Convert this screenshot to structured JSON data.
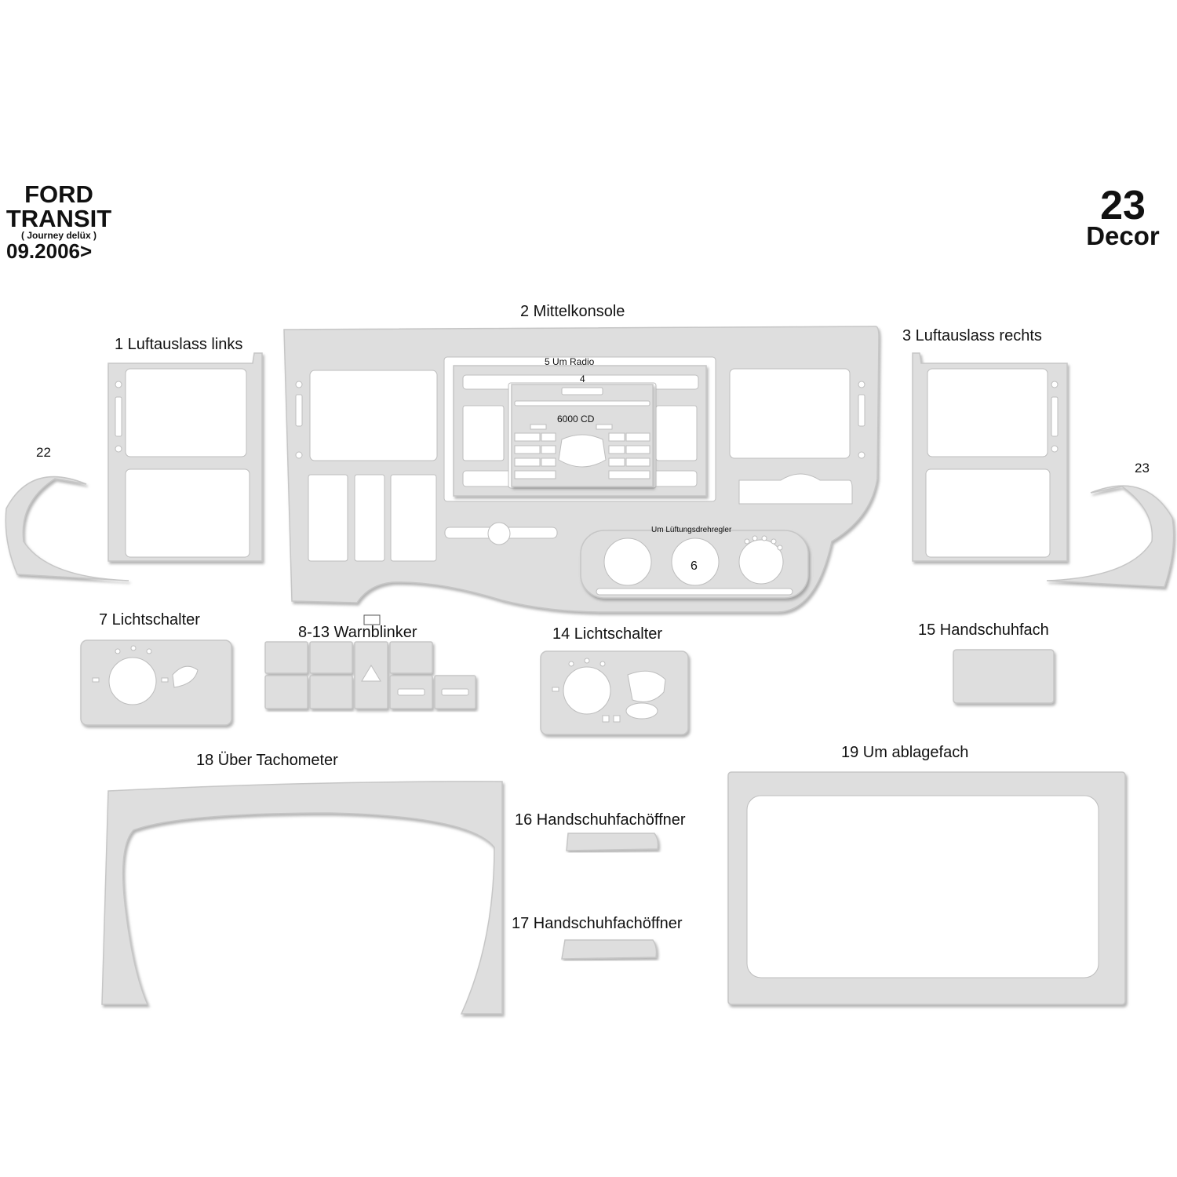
{
  "brand": {
    "make": "FORD",
    "model": "TRANSIT",
    "variant": "( Journey delüx )",
    "year": "09.2006>"
  },
  "decor": {
    "count": "23",
    "label": "Decor"
  },
  "labels": [
    {
      "id": "p2",
      "text": "2  Mittelkonsole"
    },
    {
      "id": "p1",
      "text": "1  Luftauslass links"
    },
    {
      "id": "p3",
      "text": "3   Luftauslass rechts"
    },
    {
      "id": "p5",
      "text": "5  Um Radio"
    },
    {
      "id": "p4",
      "text": "4"
    },
    {
      "id": "pcd",
      "text": "6000 CD"
    },
    {
      "id": "pvent",
      "text": "Um Lüftungsdrehregler"
    },
    {
      "id": "p6",
      "text": "6"
    },
    {
      "id": "p22",
      "text": "22"
    },
    {
      "id": "p23",
      "text": "23"
    },
    {
      "id": "p7",
      "text": "7  Lichtschalter"
    },
    {
      "id": "p8",
      "text": "8-13  Warnblinker"
    },
    {
      "id": "p14",
      "text": "14 Lichtschalter"
    },
    {
      "id": "p15",
      "text": "15  Handschuhfach"
    },
    {
      "id": "p18",
      "text": "18  Über Tachometer"
    },
    {
      "id": "p19",
      "text": "19  Um ablagefach"
    },
    {
      "id": "p16",
      "text": "16 Handschuhfachöffner"
    },
    {
      "id": "p17",
      "text": "17  Handschuhfachöffner"
    }
  ]
}
